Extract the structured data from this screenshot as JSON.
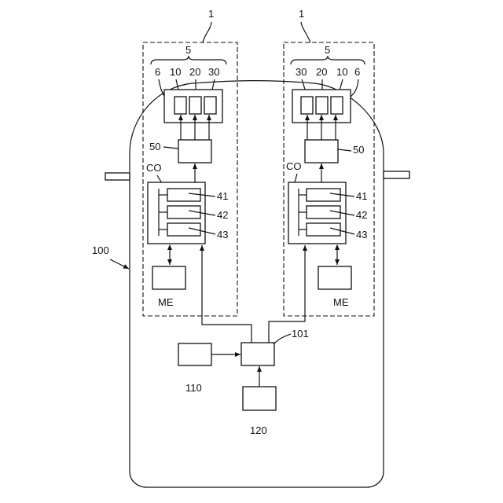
{
  "labels": {
    "unit_left": "1",
    "unit_right": "1",
    "group_left": "5",
    "group_right": "5",
    "cover_left": "6",
    "cover_right": "6",
    "e10_left": "10",
    "e20_left": "20",
    "e30_left": "30",
    "e30_right": "30",
    "e20_right": "20",
    "e10_right": "10",
    "driver_left": "50",
    "driver_right": "50",
    "controller_left": "CO",
    "controller_right": "CO",
    "b41_left": "41",
    "b42_left": "42",
    "b43_left": "43",
    "b41_right": "41",
    "b42_right": "42",
    "b43_right": "43",
    "memory_left": "ME",
    "memory_right": "ME",
    "vehicle": "100",
    "central": "101",
    "sensor": "110",
    "input": "120"
  }
}
